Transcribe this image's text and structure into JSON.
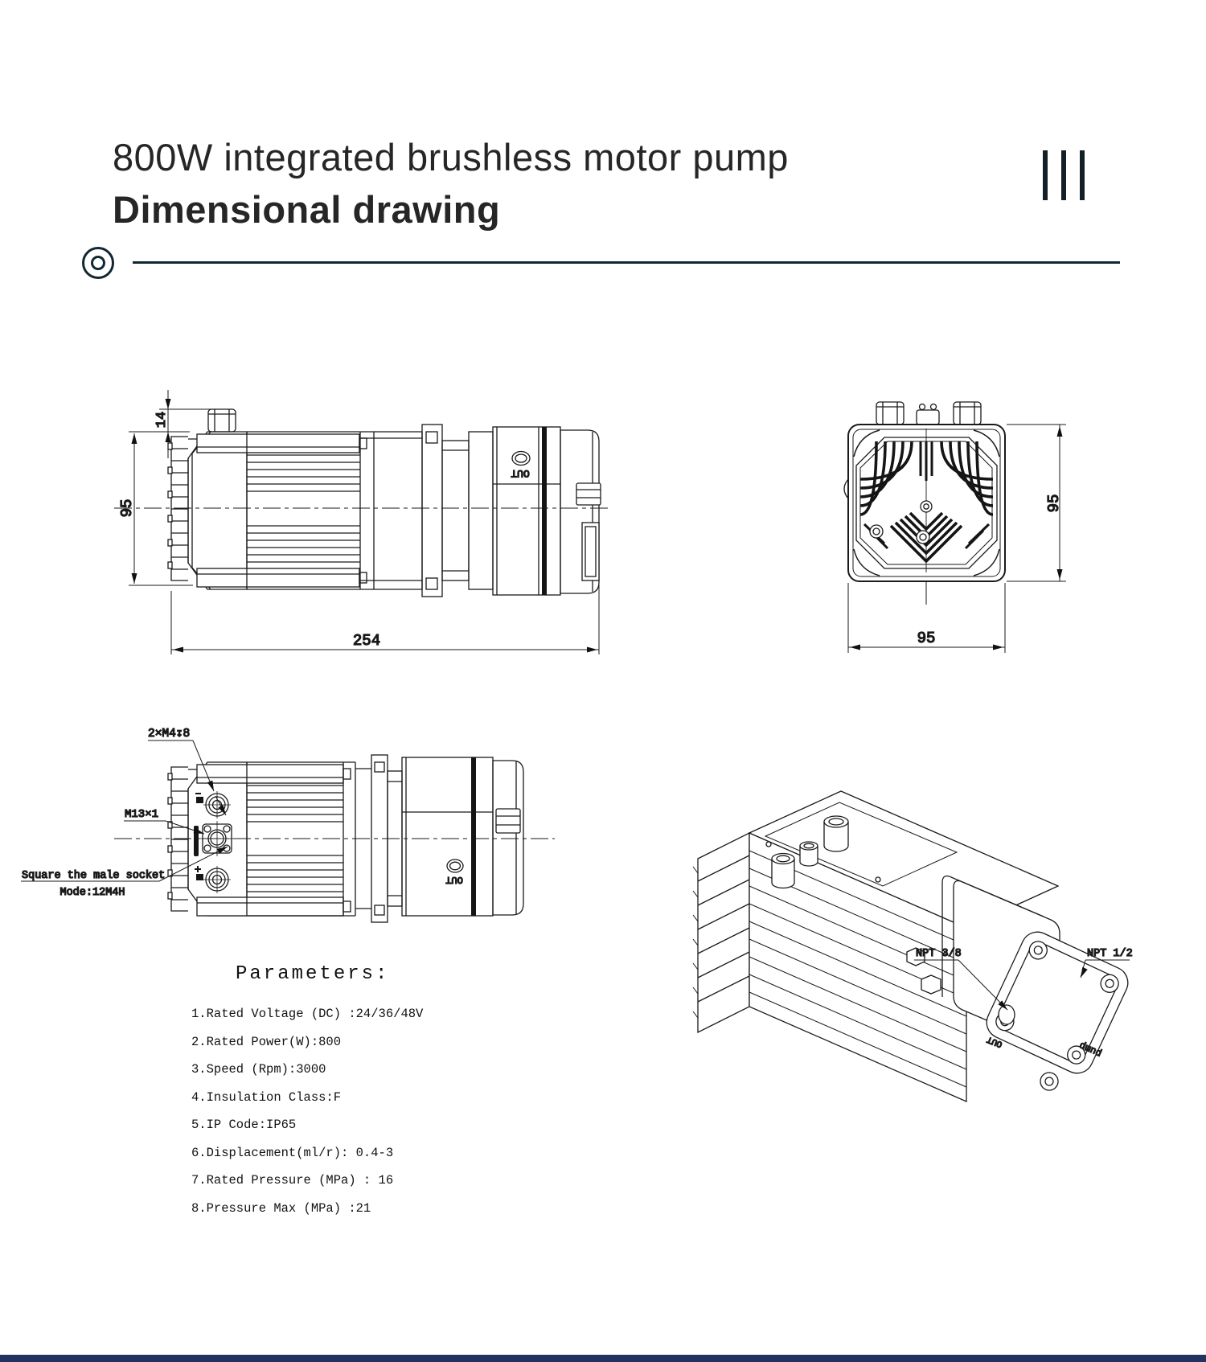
{
  "header": {
    "title_line1": "800W integrated brushless motor pump",
    "title_line2": "Dimensional drawing"
  },
  "drawings": {
    "side_view": {
      "dim_stub": "14",
      "dim_height": "95",
      "dim_length": "254",
      "out_label": "OUT"
    },
    "front_view": {
      "dim_height": "95",
      "dim_width": "95"
    },
    "connector_view": {
      "annotation_tapped": "2×M4↧8",
      "annotation_thread": "M13×1",
      "annotation_socket_line1": "Square the male socket",
      "annotation_socket_line2": "Mode:12M4H",
      "out_label": "OUT"
    },
    "isometric": {
      "label_port_small": "NPT 3/8",
      "label_port_large": "NPT 1/2",
      "out_label": "OUT",
      "pump_label": "pump"
    }
  },
  "parameters": {
    "title": "Parameters:",
    "items": [
      "1.Rated Voltage (DC) :24/36/48V",
      "2.Rated Power(W):800",
      "3.Speed (Rpm):3000",
      "4.Insulation Class:F",
      "5.IP Code:IP65",
      "6.Displacement(ml/r): 0.4-3",
      "7.Rated Pressure (MPa) : 16",
      "8.Pressure Max (MPa) :21"
    ]
  },
  "colors": {
    "ink": "#1a1a1a",
    "accent_dark": "#132732",
    "footer_navy": "#243260"
  }
}
